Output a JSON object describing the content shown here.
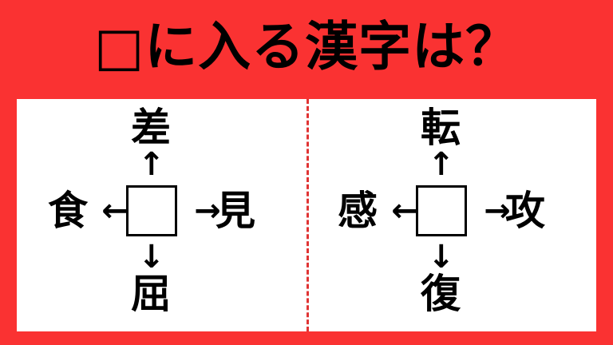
{
  "header": {
    "title": "□に入る漢字は？",
    "background_color": "#fa3232",
    "text_color": "#000000"
  },
  "card": {
    "background_color": "#ffffff",
    "divider_color": "#e03434",
    "divider_style": "dashed"
  },
  "puzzles": [
    {
      "id": "puzzle-left",
      "center": "",
      "top": "差",
      "bottom": "屈",
      "left": "食",
      "right": "見",
      "arrow_up": "↑",
      "arrow_down": "↓",
      "arrow_left": "←",
      "arrow_right": "→"
    },
    {
      "id": "puzzle-right",
      "center": "",
      "top": "転",
      "bottom": "復",
      "left": "感",
      "right": "攻",
      "arrow_up": "↑",
      "arrow_down": "↓",
      "arrow_left": "←",
      "arrow_right": "→"
    }
  ]
}
